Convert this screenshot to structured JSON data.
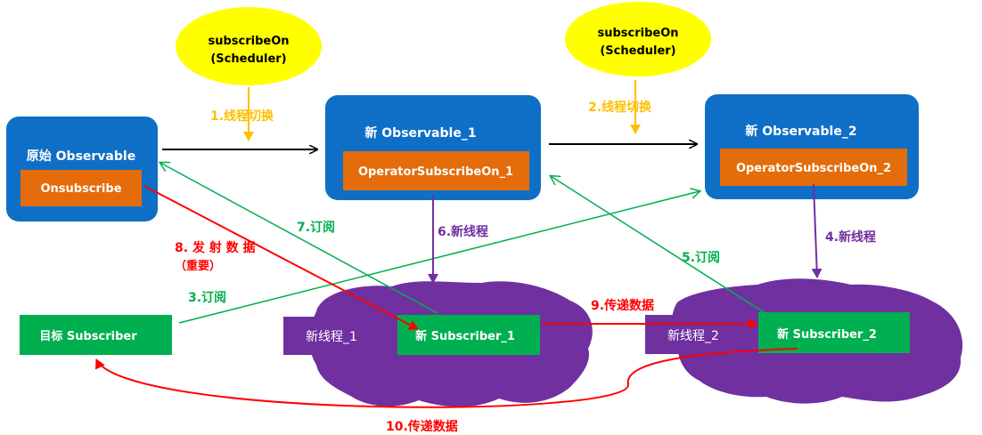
{
  "colors": {
    "blue_box": "#0F6FC6",
    "orange_box": "#E46C0A",
    "green_box": "#00B050",
    "purple": "#7030A0",
    "yellow": "#FFFF00",
    "gold_text": "#FFC000",
    "red": "#FF0000",
    "green_line": "#00B050",
    "black_line": "#000000"
  },
  "ellipses": [
    {
      "line1": "subscribeOn",
      "line2": "(Scheduler)"
    },
    {
      "line1": "subscribeOn",
      "line2": "(Scheduler)"
    }
  ],
  "observables": {
    "origin": {
      "title": "原始 Observable",
      "inner": "Onsubscribe"
    },
    "obs1": {
      "title": "新 Observable_1",
      "inner": "OperatorSubscribeOn_1"
    },
    "obs2": {
      "title": "新 Observable_2",
      "inner": "OperatorSubscribeOn_2"
    }
  },
  "subscribers": {
    "target": "目标 Subscriber",
    "sub1": "新 Subscriber_1",
    "sub2": "新 Subscriber_2"
  },
  "threads": {
    "thread1": "新线程_1",
    "thread2": "新线程_2"
  },
  "steps": {
    "s1": "1.线程切换",
    "s2": "2.线程切换",
    "s3": "3.订阅",
    "s4": "4.新线程",
    "s5": "5.订阅",
    "s6": "6.新线程",
    "s7": "7.订阅",
    "s8_line1": "8. 发 射 数 据",
    "s8_line2": "（重要）",
    "s9": "9.传递数据",
    "s10": "10.传递数据"
  }
}
